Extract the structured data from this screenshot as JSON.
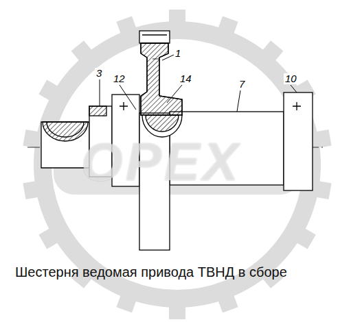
{
  "diagram": {
    "caption": "Шестерня ведомая привода ТВНД в сборе",
    "labels": [
      "1",
      "3",
      "12",
      "14",
      "7",
      "10",
      "OPEX"
    ]
  }
}
